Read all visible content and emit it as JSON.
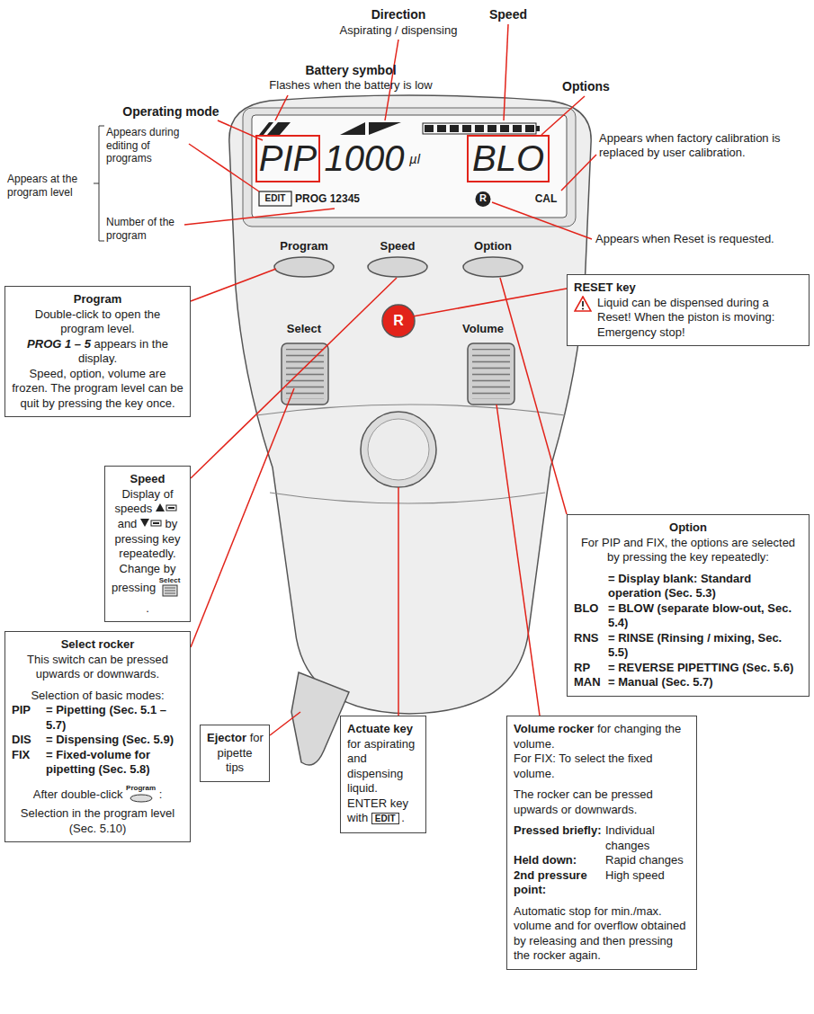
{
  "diagram": {
    "nodes": [
      {
        "text": [
          "Program",
          "Double-click to open the program level.",
          "PROG 1 – 5",
          "appears in the display.",
          "Speed, option, volume are frozen. The program level can be quit by pressing the key once."
        ]
      },
      {
        "text": [
          "RESET key",
          "Liquid can be dispensed during a Reset! When the piston is moving: Emergency stop!"
        ]
      },
      {
        "text": [
          "Speed",
          "Display of speeds",
          "and",
          "by pressing key repeatedly.",
          "Change by pressing",
          "Select",
          "."
        ]
      },
      {
        "text": [
          "Option",
          "For PIP and FIX, the options are selected by pressing the key repeatedly:",
          "= Display blank: Standard operation (Sec. 5.3)",
          "BLO",
          "= BLOW (separate blow-out, Sec. 5.4)",
          "RNS",
          "= RINSE (Rinsing / mixing, Sec. 5.5)",
          "RP",
          "= REVERSE PIPETTING (Sec. 5.6)",
          "MAN",
          "= Manual (Sec. 5.7)"
        ]
      },
      {
        "text": [
          "Select rocker",
          "This switch can be pressed upwards or downwards.",
          "Selection of basic modes:",
          "PIP",
          "= Pipetting (Sec. 5.1 – 5.7)",
          "DIS",
          "= Dispensing (Sec. 5.9)",
          "FIX",
          "= Fixed-volume for pipetting (Sec. 5.8)",
          "After double-click",
          "Program",
          ":",
          "Selection in the program level (Sec. 5.10)"
        ]
      },
      {
        "text": [
          "Ejector",
          "for pipette tips"
        ]
      },
      {
        "text": [
          "Actuate key",
          "for aspirating and dispensing liquid.",
          "ENTER key with",
          "EDIT",
          "."
        ]
      },
      {
        "text": [
          "Volume rocker",
          "for changing the volume.",
          "For FIX: To select the fixed volume.",
          "The rocker can be pressed upwards or downwards.",
          "Pressed briefly:",
          "Individual changes",
          "Held down:",
          "Rapid changes",
          "2nd pressure point:",
          "High speed",
          "Automatic stop for min./max. volume and for overflow obtained by releasing and then pressing the rocker again."
        ]
      }
    ],
    "labels": [
      "Direction",
      "Aspirating / dispensing",
      "Speed",
      "Battery symbol",
      "Flashes when the battery is low",
      "Operating mode",
      "Options",
      "Appears when factory calibration is replaced by user calibration.",
      "Appears during editing of programs",
      "Appears at the program level",
      "Number of the program",
      "Appears when Reset is requested.",
      "PIP",
      "1000",
      "µl",
      "BLO",
      "EDIT",
      "PROG 12345",
      "R",
      "CAL",
      "Program",
      "Speed",
      "Option",
      "Select",
      "R",
      "Volume"
    ]
  }
}
